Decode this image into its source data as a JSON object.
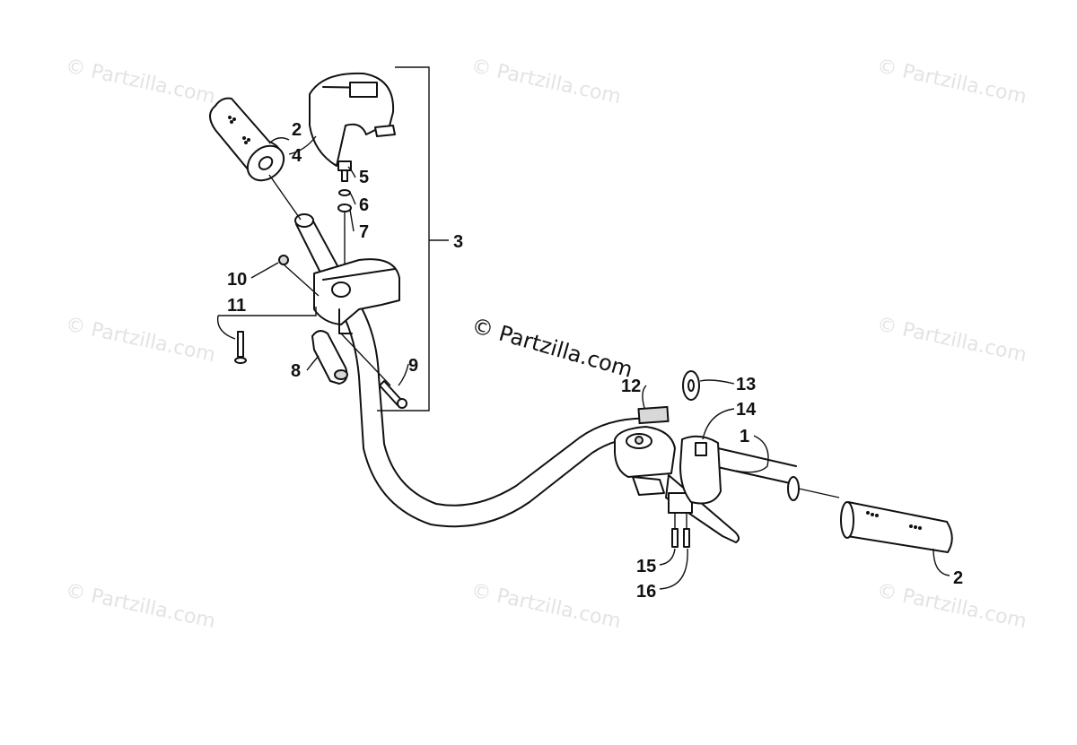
{
  "watermarks": {
    "repeated": "© Partzilla.com",
    "center": "© Partzilla.com"
  },
  "callouts": {
    "c1": "1",
    "c2_left": "2",
    "c2_right": "2",
    "c3": "3",
    "c4": "4",
    "c5": "5",
    "c6": "6",
    "c7": "7",
    "c8": "8",
    "c9": "9",
    "c10": "10",
    "c11": "11",
    "c12": "12",
    "c13": "13",
    "c14": "14",
    "c15": "15",
    "c16": "16"
  },
  "colors": {
    "line": "#111111",
    "watermark": "#e3e3e3",
    "background": "#ffffff"
  }
}
